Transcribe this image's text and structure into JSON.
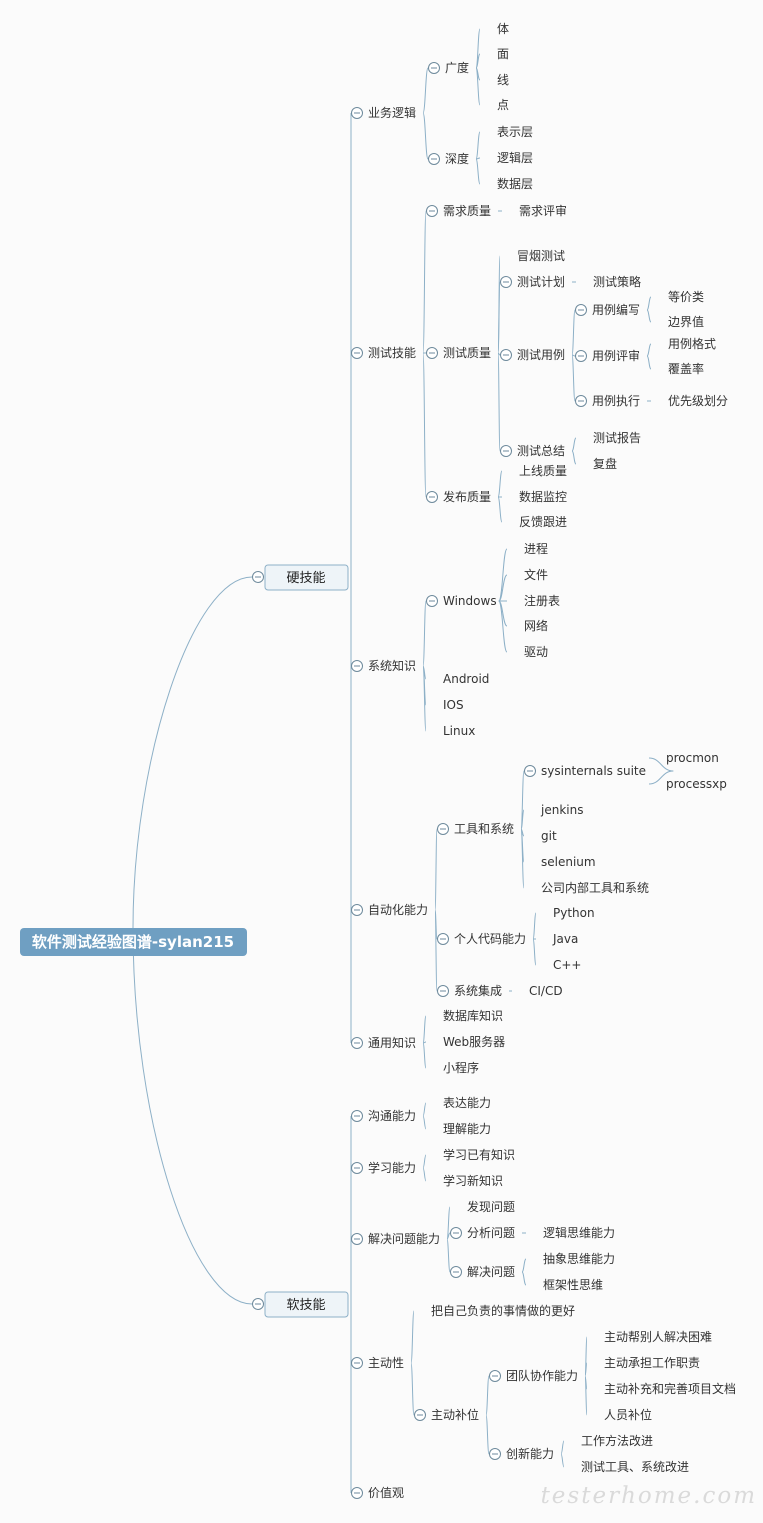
{
  "root": {
    "label": "软件测试经验图谱-sylan215",
    "children": [
      {
        "label": "硬技能",
        "children": [
          {
            "label": "业务逻辑",
            "children": [
              {
                "label": "广度",
                "children": [
                  {
                    "label": "体"
                  },
                  {
                    "label": "面"
                  },
                  {
                    "label": "线"
                  },
                  {
                    "label": "点"
                  }
                ]
              },
              {
                "label": "深度",
                "children": [
                  {
                    "label": "表示层"
                  },
                  {
                    "label": "逻辑层"
                  },
                  {
                    "label": "数据层"
                  }
                ]
              }
            ]
          },
          {
            "label": "测试技能",
            "children": [
              {
                "label": "需求质量",
                "children": [
                  {
                    "label": "需求评审"
                  }
                ]
              },
              {
                "label": "测试质量",
                "children": [
                  {
                    "label": "冒烟测试"
                  },
                  {
                    "label": "测试计划",
                    "children": [
                      {
                        "label": "测试策略"
                      }
                    ]
                  },
                  {
                    "label": "测试用例",
                    "children": [
                      {
                        "label": "用例编写",
                        "children": [
                          {
                            "label": "等价类"
                          },
                          {
                            "label": "边界值"
                          }
                        ]
                      },
                      {
                        "label": "用例评审",
                        "children": [
                          {
                            "label": "用例格式"
                          },
                          {
                            "label": "覆盖率"
                          }
                        ]
                      },
                      {
                        "label": "用例执行",
                        "children": [
                          {
                            "label": "优先级划分"
                          }
                        ]
                      }
                    ]
                  },
                  {
                    "label": "测试总结",
                    "children": [
                      {
                        "label": "测试报告"
                      },
                      {
                        "label": "复盘"
                      }
                    ]
                  }
                ]
              },
              {
                "label": "发布质量",
                "children": [
                  {
                    "label": "上线质量"
                  },
                  {
                    "label": "数据监控"
                  },
                  {
                    "label": "反馈跟进"
                  }
                ]
              }
            ]
          },
          {
            "label": "系统知识",
            "children": [
              {
                "label": "Windows",
                "children": [
                  {
                    "label": "进程"
                  },
                  {
                    "label": "文件"
                  },
                  {
                    "label": "注册表"
                  },
                  {
                    "label": "网络"
                  },
                  {
                    "label": "驱动"
                  }
                ]
              },
              {
                "label": "Android"
              },
              {
                "label": "IOS"
              },
              {
                "label": "Linux"
              }
            ]
          },
          {
            "label": "自动化能力",
            "children": [
              {
                "label": "工具和系统",
                "children": [
                  {
                    "label": "sysinternals suite",
                    "children": [
                      {
                        "label": "procmon"
                      },
                      {
                        "label": "processxp"
                      }
                    ]
                  },
                  {
                    "label": "jenkins"
                  },
                  {
                    "label": "git"
                  },
                  {
                    "label": "selenium"
                  },
                  {
                    "label": "公司内部工具和系统"
                  }
                ]
              },
              {
                "label": "个人代码能力",
                "children": [
                  {
                    "label": "Python"
                  },
                  {
                    "label": "Java"
                  },
                  {
                    "label": "C++"
                  }
                ]
              },
              {
                "label": "系统集成",
                "children": [
                  {
                    "label": "CI/CD"
                  }
                ]
              }
            ]
          },
          {
            "label": "通用知识",
            "children": [
              {
                "label": "数据库知识"
              },
              {
                "label": "Web服务器"
              },
              {
                "label": "小程序"
              }
            ]
          }
        ]
      },
      {
        "label": "软技能",
        "children": [
          {
            "label": "沟通能力",
            "children": [
              {
                "label": "表达能力"
              },
              {
                "label": "理解能力"
              }
            ]
          },
          {
            "label": "学习能力",
            "children": [
              {
                "label": "学习已有知识"
              },
              {
                "label": "学习新知识"
              }
            ]
          },
          {
            "label": "解决问题能力",
            "children": [
              {
                "label": "发现问题"
              },
              {
                "label": "分析问题",
                "children": [
                  {
                    "label": "逻辑思维能力"
                  }
                ]
              },
              {
                "label": "解决问题",
                "children": [
                  {
                    "label": "抽象思维能力"
                  },
                  {
                    "label": "框架性思维"
                  }
                ]
              }
            ]
          },
          {
            "label": "主动性",
            "children": [
              {
                "label": "把自己负责的事情做的更好"
              },
              {
                "label": "主动补位",
                "children": [
                  {
                    "label": "团队协作能力",
                    "children": [
                      {
                        "label": "主动帮别人解决困难"
                      },
                      {
                        "label": "主动承担工作职责"
                      },
                      {
                        "label": "主动补充和完善项目文档"
                      },
                      {
                        "label": "人员补位"
                      }
                    ]
                  },
                  {
                    "label": "创新能力",
                    "children": [
                      {
                        "label": "工作方法改进"
                      },
                      {
                        "label": "测试工具、系统改进"
                      }
                    ]
                  }
                ]
              }
            ]
          },
          {
            "label": "价值观"
          }
        ]
      }
    ]
  },
  "watermark": "testerhome.com",
  "colors": {
    "root_fill": "#6f9fc2",
    "box_fill": "#eef4f8",
    "box_stroke": "#8db0c7",
    "line": "#8db0c7",
    "toggle": "#6e8a9c"
  }
}
